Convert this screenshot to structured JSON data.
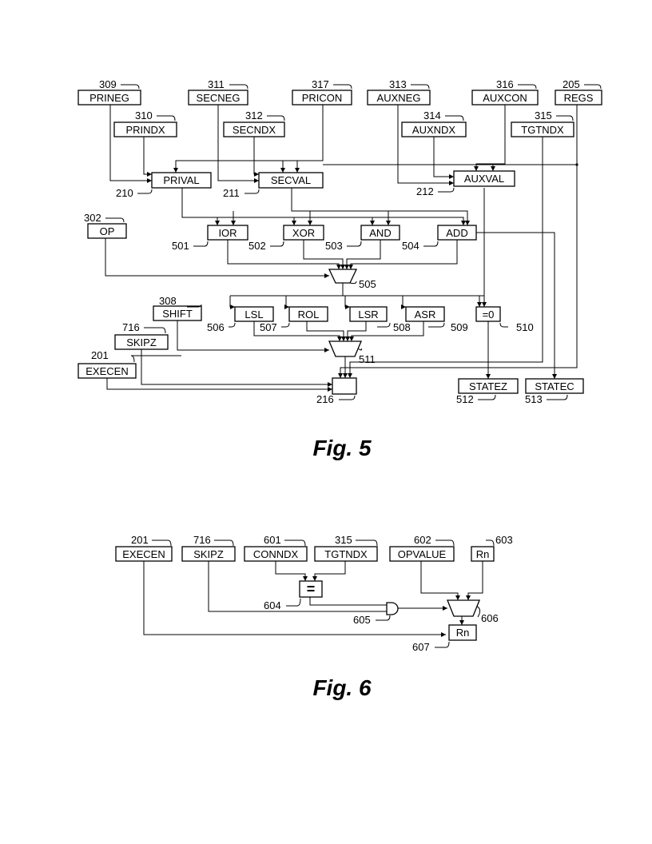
{
  "fig5": {
    "caption": "Fig. 5",
    "boxes": {
      "prineg": {
        "label": "PRINEG",
        "ref": "309"
      },
      "secneg": {
        "label": "SECNEG",
        "ref": "311"
      },
      "pricon": {
        "label": "PRICON",
        "ref": "317"
      },
      "auxneg": {
        "label": "AUXNEG",
        "ref": "313"
      },
      "auxcon": {
        "label": "AUXCON",
        "ref": "316"
      },
      "regs": {
        "label": "REGS",
        "ref": "205"
      },
      "prindx": {
        "label": "PRINDX",
        "ref": "310"
      },
      "secndx": {
        "label": "SECNDX",
        "ref": "312"
      },
      "auxndx": {
        "label": "AUXNDX",
        "ref": "314"
      },
      "tgtndx": {
        "label": "TGTNDX",
        "ref": "315"
      },
      "prival": {
        "label": "PRIVAL",
        "ref": "210"
      },
      "secval": {
        "label": "SECVAL",
        "ref": "211"
      },
      "auxval": {
        "label": "AUXVAL",
        "ref": "212"
      },
      "op": {
        "label": "OP",
        "ref": "302"
      },
      "ior": {
        "label": "IOR",
        "ref": "501"
      },
      "xor": {
        "label": "XOR",
        "ref": "502"
      },
      "and": {
        "label": "AND",
        "ref": "503"
      },
      "add": {
        "label": "ADD",
        "ref": "504"
      },
      "shift": {
        "label": "SHIFT",
        "ref": "308"
      },
      "skipz": {
        "label": "SKIPZ",
        "ref": "716"
      },
      "execen": {
        "label": "EXECEN",
        "ref": "201"
      },
      "lsl": {
        "label": "LSL",
        "ref": "506"
      },
      "rol": {
        "label": "ROL",
        "ref": "507"
      },
      "lsr": {
        "label": "LSR",
        "ref": "508"
      },
      "asr": {
        "label": "ASR",
        "ref": "509"
      },
      "eqzero": {
        "label": "=0",
        "ref": "510"
      },
      "statez": {
        "label": "STATEZ",
        "ref": "512"
      },
      "statec": {
        "label": "STATEC",
        "ref": "513"
      }
    },
    "mux1_ref": "505",
    "mux2_ref": "511",
    "dest_ref": "216"
  },
  "fig6": {
    "caption": "Fig. 6",
    "boxes": {
      "execen": {
        "label": "EXECEN",
        "ref": "201"
      },
      "skipz": {
        "label": "SKIPZ",
        "ref": "716"
      },
      "conndx": {
        "label": "CONNDX",
        "ref": "601"
      },
      "tgtndx": {
        "label": "TGTNDX",
        "ref": "315"
      },
      "opvalue": {
        "label": "OPVALUE",
        "ref": "602"
      },
      "rn_in": {
        "label": "Rn",
        "ref": "603"
      },
      "rn_out": {
        "label": "Rn",
        "ref": "607"
      }
    },
    "compare_label": "=",
    "compare_ref": "604",
    "and_ref": "605",
    "mux_ref": "606"
  }
}
